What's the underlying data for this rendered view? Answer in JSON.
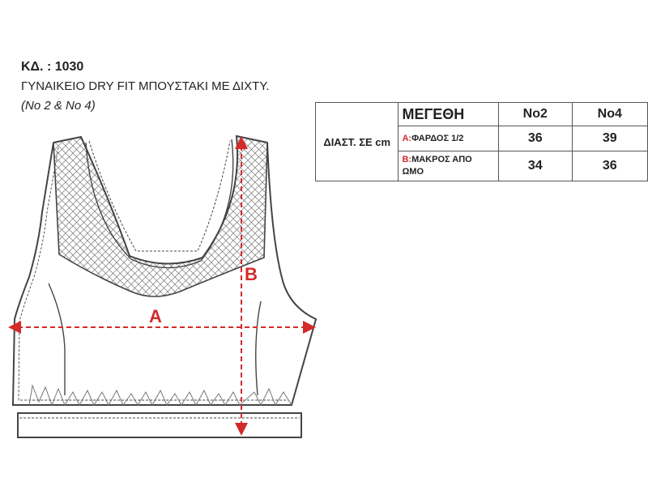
{
  "header": {
    "code": "ΚΔ. : 1030",
    "name": "ΓΥΝΑΙΚΕΙΟ DRY FIT ΜΠΟΥΣΤΑΚΙ ΜΕ ΔΙΧΤΥ.",
    "sizes": "(No 2 & No 4)"
  },
  "table": {
    "unit_label": "ΔΙΑΣΤ. ΣΕ cm",
    "header_label": "ΜΕΓΕΘΗ",
    "columns": [
      "No2",
      "No4"
    ],
    "rows": [
      {
        "letter": "A:",
        "label": "ΦΑΡΔΟΣ 1/2",
        "values": [
          "36",
          "39"
        ]
      },
      {
        "letter": "B:",
        "label": "ΜΑΚΡΟΣ ΑΠΟ ΩΜΟ",
        "values": [
          "34",
          "36"
        ]
      }
    ]
  },
  "drawing": {
    "dimension_a": "A",
    "dimension_b": "B",
    "dimension_color": "#d42a2a",
    "outline_color": "#444444",
    "mesh_color": "#777777"
  }
}
